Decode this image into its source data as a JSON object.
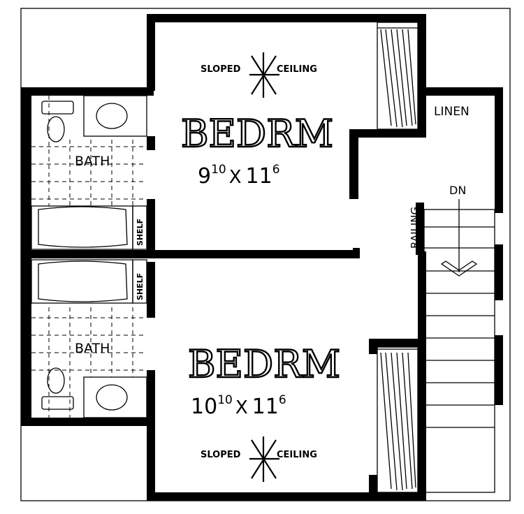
{
  "rooms": {
    "bedroom_top": {
      "name": "BEDRM",
      "dim_a": "9",
      "dim_a_sup": "10",
      "dim_sep": "X",
      "dim_b": "11",
      "dim_b_sup": "6"
    },
    "bedroom_bottom": {
      "name": "BEDRM",
      "dim_a": "10",
      "dim_a_sup": "10",
      "dim_sep": "X",
      "dim_b": "11",
      "dim_b_sup": "6"
    },
    "bath_top": {
      "name": "BATH"
    },
    "bath_bottom": {
      "name": "BATH"
    },
    "linen": {
      "name": "LINEN"
    }
  },
  "labels": {
    "sloped_left": "SLOPED",
    "ceiling_right": "CEILING",
    "shelf": "SHELF",
    "railing": "RAILING",
    "stair_direction": "DN"
  }
}
